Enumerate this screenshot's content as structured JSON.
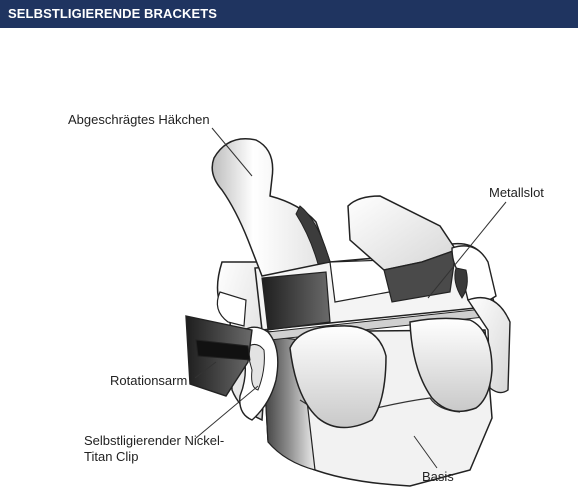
{
  "header": {
    "title": "SELBSTLIGIERENDE BRACKETS",
    "bar_color": "#1f3460"
  },
  "labels": {
    "hook": "Abgeschrägtes Häkchen",
    "slot": "Metallslot",
    "rotation_arm": "Rotationsarm",
    "clip_line1": "Selbstligierender Nickel-",
    "clip_line2": "Titan Clip",
    "base": "Basis"
  }
}
